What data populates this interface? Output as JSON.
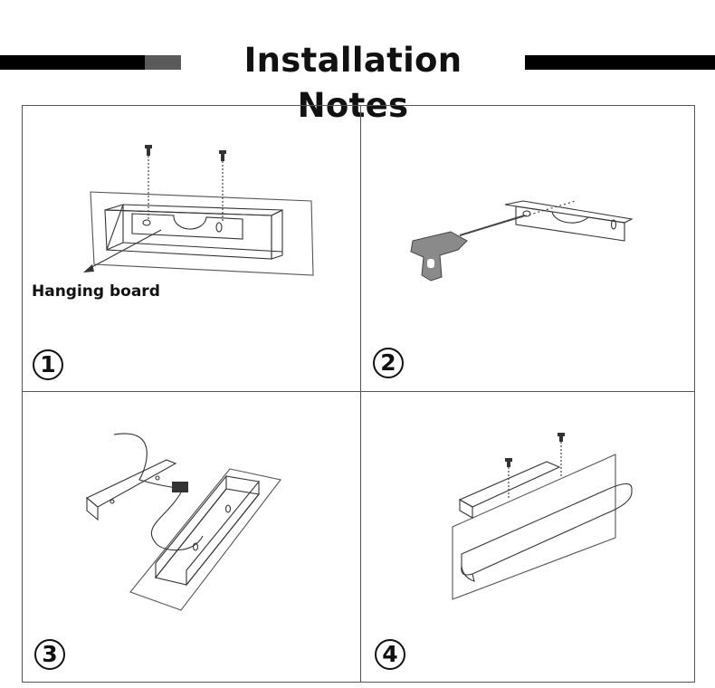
{
  "header": {
    "title": "Installation Notes"
  },
  "panels": [
    {
      "step": "1",
      "label": "Hanging board"
    },
    {
      "step": "2"
    },
    {
      "step": "3"
    },
    {
      "step": "4"
    }
  ]
}
